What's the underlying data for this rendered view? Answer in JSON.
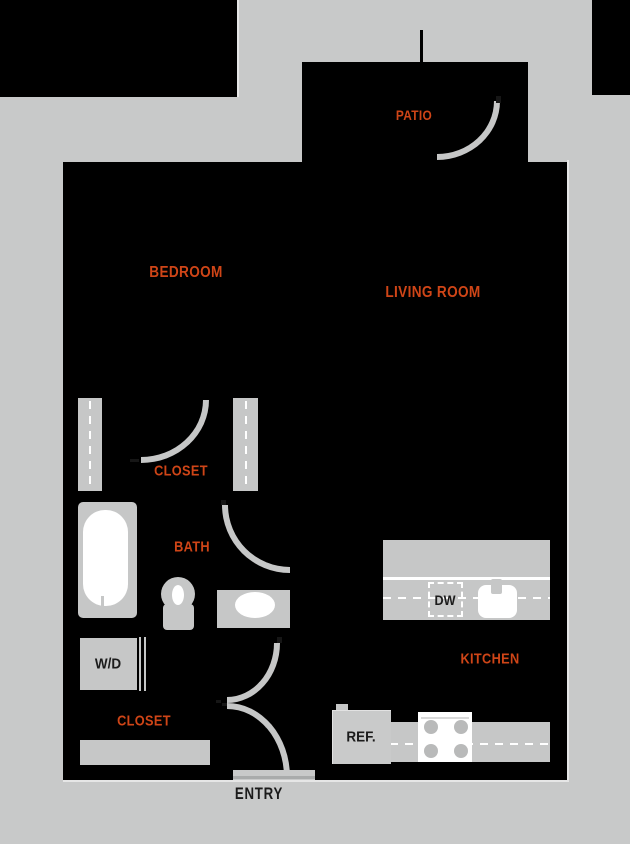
{
  "rooms": {
    "patio": "PATIO",
    "bedroom": "BEDROOM",
    "living_room": "LIVING ROOM",
    "closet": "CLOSET",
    "bath": "BATH",
    "kitchen": "KITCHEN",
    "closet_entry": "CLOSET",
    "entry": "ENTRY"
  },
  "appliances": {
    "washer_dryer": "W/D",
    "dishwasher": "DW",
    "refrigerator": "REF."
  },
  "colors": {
    "page_background": "#c8c9c9",
    "unit_fill": "#000000",
    "room_label_accent": "#cf4517",
    "dark_label": "#1b1b1b",
    "fixture_gray": "#c6c7c7",
    "fixture_white": "#ffffff"
  }
}
